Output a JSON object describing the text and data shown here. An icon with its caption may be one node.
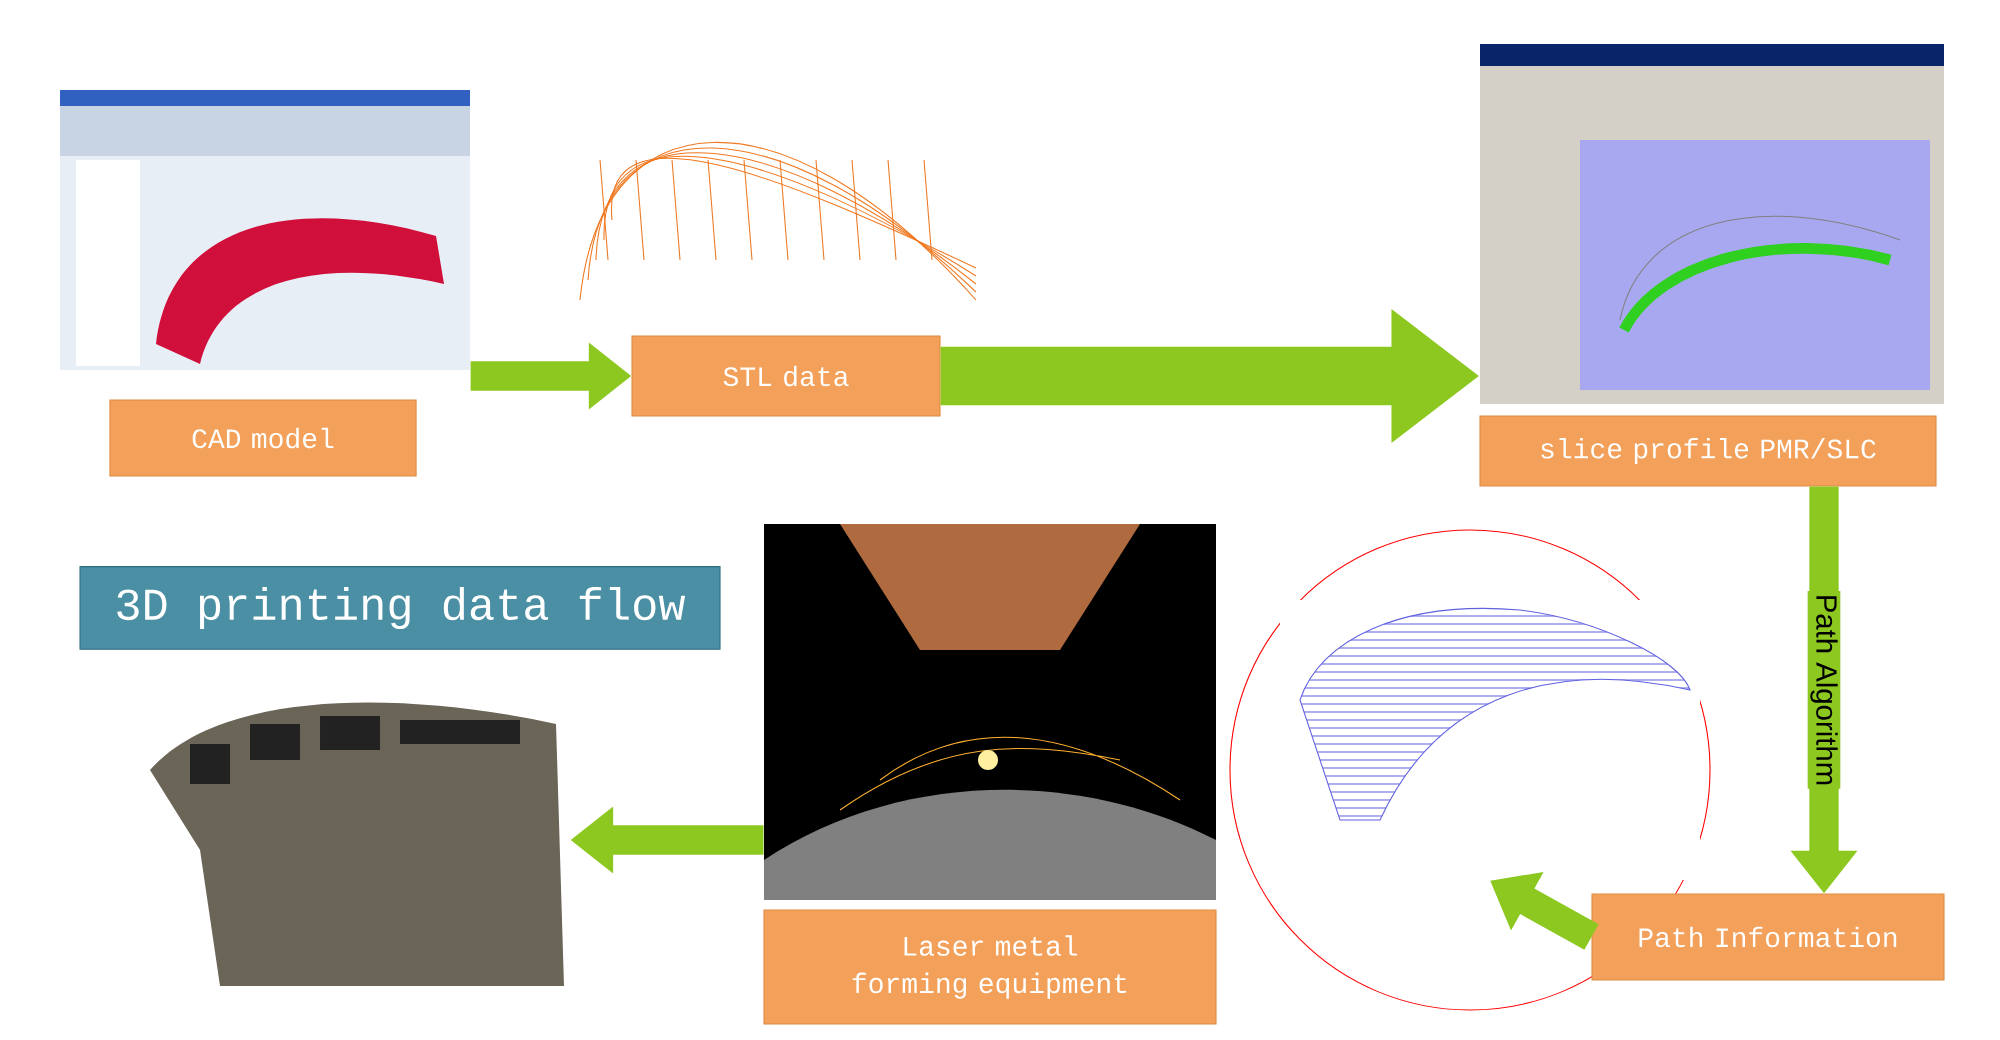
{
  "diagram": {
    "title": "3D printing data flow",
    "nodes": [
      {
        "text": [],
        "shape": "picture"
      },
      {
        "text": [
          "CAD model"
        ]
      },
      {
        "text": [],
        "shape": "picture"
      },
      {
        "text": [
          "STL data"
        ]
      },
      {
        "text": [],
        "shape": "picture"
      },
      {
        "text": [
          "slice profile PMR/SLC"
        ]
      },
      {
        "text": [],
        "shape": "picture"
      },
      {
        "text": [],
        "shape": "picture"
      },
      {
        "text": [
          "Laser metal forming equipment"
        ]
      },
      {
        "text": [],
        "shape": "picture"
      },
      {
        "text": [
          "Path Information"
        ]
      }
    ],
    "edges": [
      {
        "from": 0,
        "to": 3,
        "arrow": "to"
      },
      {
        "from": 3,
        "to": 4,
        "arrow": "to",
        "style": "thick"
      },
      {
        "from": 5,
        "to": 10,
        "arrow": "to",
        "label": "Path Algorithm"
      },
      {
        "from": 10,
        "to": 9,
        "arrow": "to"
      },
      {
        "from": 7,
        "to": 6,
        "arrow": "to"
      }
    ]
  }
}
